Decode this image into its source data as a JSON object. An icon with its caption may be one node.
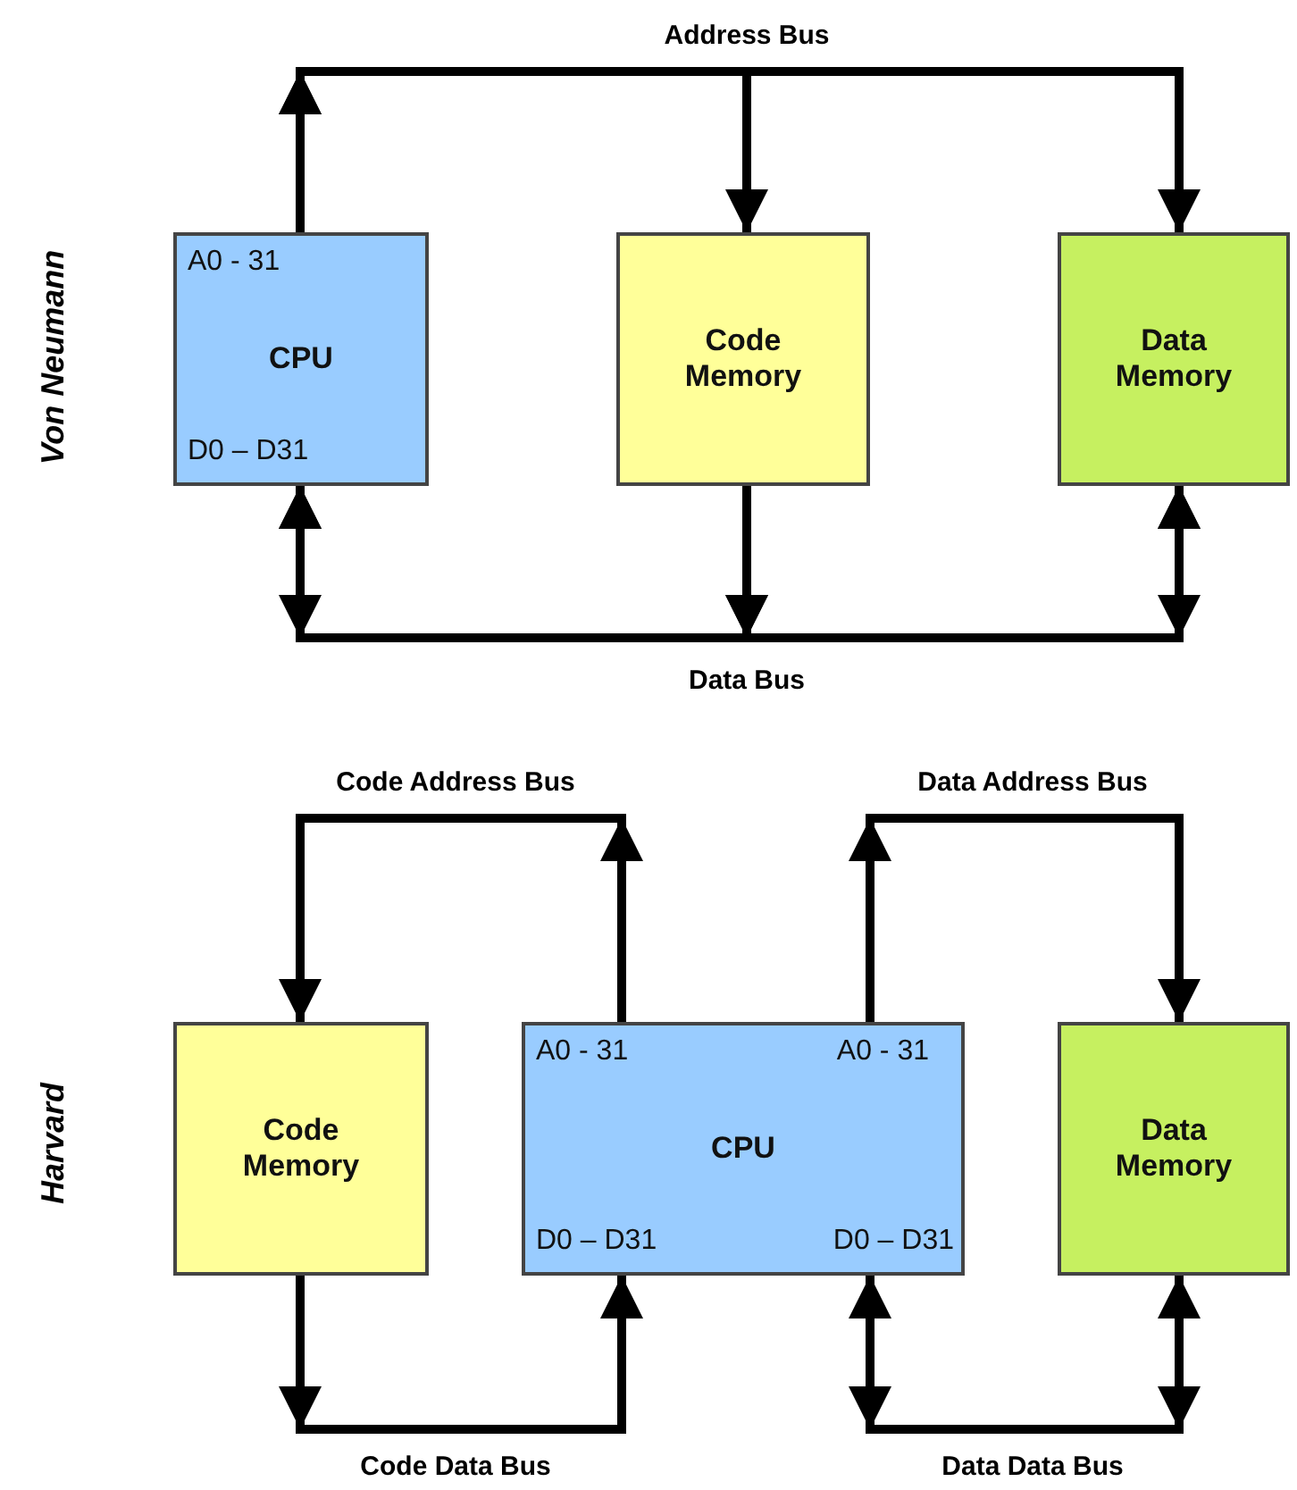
{
  "diagram": {
    "nodes": [
      {
        "text": [
          "A0 - 31",
          "CPU",
          "D0 – D31"
        ]
      },
      {
        "text": [
          "Code Memory"
        ]
      },
      {
        "text": [
          "Data Memory"
        ]
      },
      {
        "text": [
          "Code Memory"
        ]
      },
      {
        "text": [
          "A0 - 31",
          "A0 - 31",
          "CPU",
          "D0 – D31",
          "D0 – D31"
        ]
      },
      {
        "text": [
          "Data Memory"
        ]
      }
    ],
    "edges": [
      {
        "from": 0,
        "to": 1,
        "arrow": "to"
      },
      {
        "from": 0,
        "to": 2,
        "arrow": "to"
      },
      {
        "from": 1,
        "to": 0,
        "arrow": "to"
      },
      {
        "from": 1,
        "to": 2,
        "arrow": "to"
      },
      {
        "from": 0,
        "to": 2,
        "arrow": "both"
      },
      {
        "from": 4,
        "to": 3,
        "arrow": "to"
      },
      {
        "from": 4,
        "to": 5,
        "arrow": "to"
      },
      {
        "from": 3,
        "to": 4,
        "arrow": "to"
      },
      {
        "from": 4,
        "to": 5,
        "arrow": "both"
      }
    ],
    "labels": [
      "Address Bus",
      "Von Neumann",
      "Data Bus",
      "Code Address Bus",
      "Data Address Bus",
      "Harvard",
      "Code Data Bus",
      "Data Data Bus"
    ]
  }
}
